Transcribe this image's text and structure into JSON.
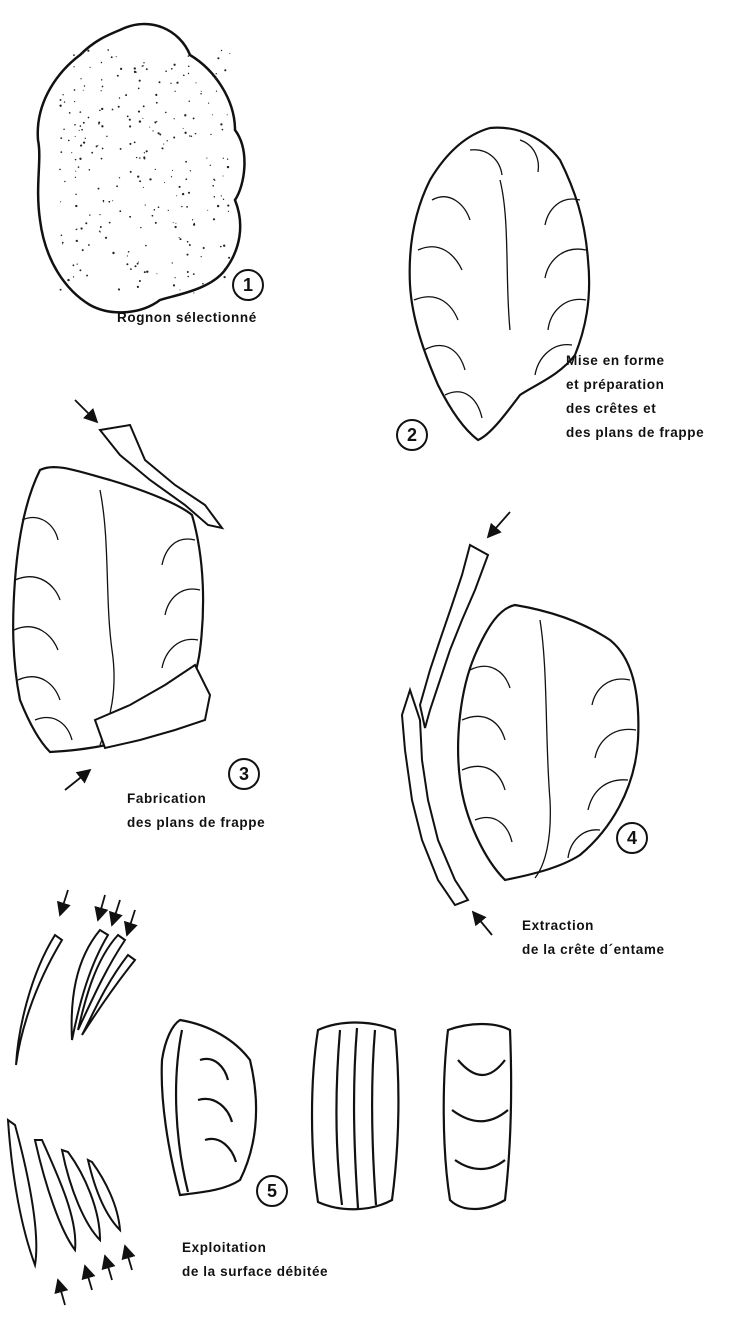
{
  "stages": [
    {
      "number": "1",
      "lines": [
        "Rognon sélectionné"
      ]
    },
    {
      "number": "2",
      "lines": [
        "Mise en forme",
        "et préparation",
        "des crêtes et",
        "des  plans de frappe"
      ]
    },
    {
      "number": "3",
      "lines": [
        "Fabrication",
        "des plans de frappe"
      ]
    },
    {
      "number": "4",
      "lines": [
        "Extraction",
        "de la crête d´entame"
      ]
    },
    {
      "number": "5",
      "lines": [
        "Exploitation",
        "de la surface débitée"
      ]
    }
  ]
}
